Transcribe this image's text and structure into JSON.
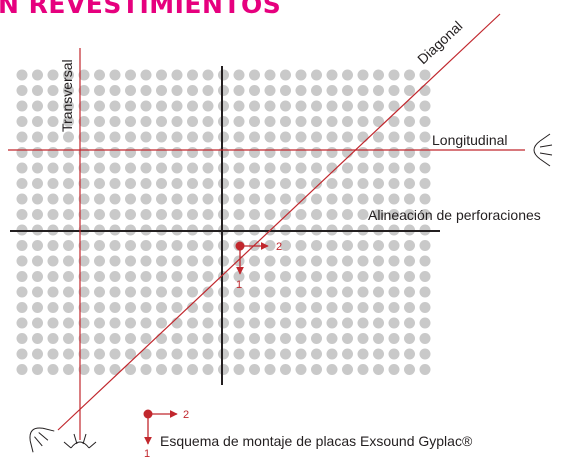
{
  "title": "N REVESTIMIENTOS",
  "labels": {
    "transversal": "Transversal",
    "diagonal": "Diagonal",
    "longitudinal": "Longitudinal",
    "alineacion": "Alineación de perforaciones",
    "axis_1": "1",
    "axis_2": "2",
    "footer": "Esquema de montaje de placas Exsound Gyplac®"
  },
  "colors": {
    "title": "#e6007e",
    "dots": "#c9c9c9",
    "red_lines": "#c1272d",
    "black_lines": "#231f20"
  },
  "icons": [
    "eye-icon"
  ]
}
